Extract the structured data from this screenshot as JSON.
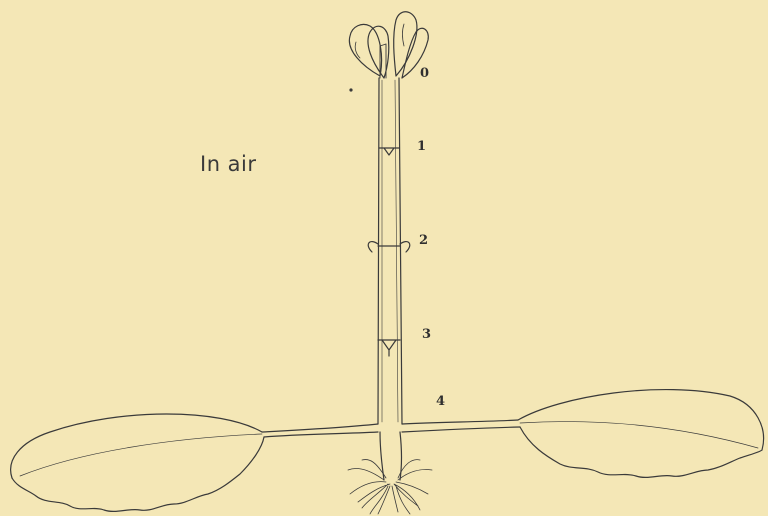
{
  "caption": "In air",
  "node_labels": [
    "0",
    "1",
    "2",
    "3",
    "4"
  ],
  "colors": {
    "background": "#f4e7b6",
    "ink": "#3a3a3a"
  }
}
